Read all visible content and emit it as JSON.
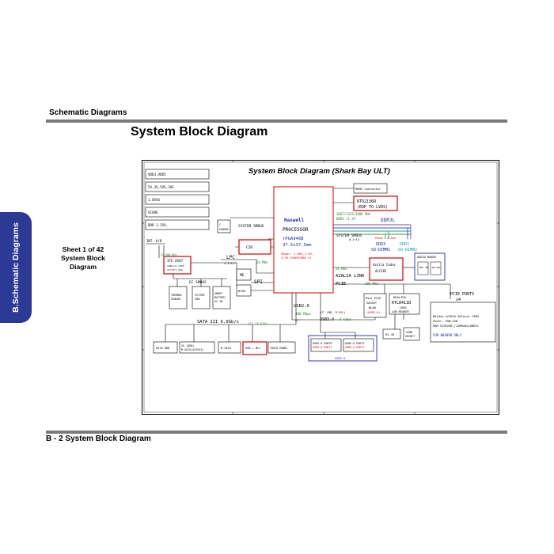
{
  "header": {
    "title": "Schematic  Diagrams"
  },
  "page_title": "System Block Diagram",
  "side_tab": {
    "label": "B.Schematic Diagrams"
  },
  "sheet_info": {
    "line1": "Sheet 1 of 42",
    "line2": "System Block",
    "line3": "Diagram"
  },
  "footer": {
    "text": "B - 2  System Block Diagram"
  },
  "schematic": {
    "title": "System Block Diagram (Shark Bay ULT)",
    "power_rails": [
      "VDD3,VDD5",
      "5V,3V,5VS,3VS",
      "1.05VS",
      "VCORE",
      "DDR 1.35V,"
    ],
    "processor": {
      "name": "Haswell",
      "label": "PROCESSOR",
      "package": "rPGA946B",
      "size": "37.5x37.5mm",
      "power1": "Power: 1.05V,1.5V,",
      "power2": "3.3V,VCORE(MAX 5)"
    },
    "hdmi_connector": "HDMI Connector",
    "rtd": {
      "line1": "RTD2136R",
      "line2": "(EDP TO LVDS)"
    },
    "ddr_speed1": "1067/1333/1600 MHz",
    "ddr_speed2": "DDR3 /1.35",
    "ddr3l": "DDR3L",
    "system_smbus": "SYSTEM SMBUS",
    "power_note": "Power: 1.35V",
    "voltage_note": "0.1~13",
    "dimm1": {
      "line1": "DDR3",
      "line2": "SO-DIMM1"
    },
    "dimm2": {
      "line1": "DDR3",
      "line2": "SO-DIMM2"
    },
    "c_sensor": {
      "line1": "C",
      "line2": "SENSOR"
    },
    "int_kb": "INT. K/B",
    "cir": "CIR",
    "lpc": "LPC",
    "lpc_speed": "3.3~11\"",
    "freq_24": "24 MHz",
    "freq_24b": "24 MHz",
    "freq_32": "32.768 KHz",
    "ec": {
      "line1": "ITE 8587",
      "line2": "128pins LQFP",
      "line3": "14*14*1.6mm"
    },
    "ec_smbus": "EC SMBUS",
    "thermal_sensor": {
      "line1": "THERMAL",
      "line2": "SENSOR"
    },
    "system_fan": {
      "line1": "SYSTEM",
      "line2": "FAN"
    },
    "smart_battery": {
      "line1": "SMART",
      "line2": "BATTERY",
      "line3": "AC-IN"
    },
    "me": "ME",
    "spi": "SPI",
    "bios": "BIOS",
    "azalia_link": "AZALIA LINK",
    "audio_codec": {
      "line1": "Azalia Codec",
      "line2": "ALC282"
    },
    "audio_board": "AUDIO BOARD",
    "mic_in": "MIC IN",
    "hp_out": "HP OUT",
    "pcie": "PCIE",
    "pcie_speed": "100 MHz",
    "pcie_ports": {
      "line1": "PCIE PORT5",
      "line2": "x4"
    },
    "usb2": "USB2.0",
    "usb2_speed": "480 Mbps",
    "usb3": "USB3.0",
    "usb3_speed": "5 Gbps",
    "usb_note1": "x7\" (MD, 9\"(EL)",
    "usb_note2": "x7\"",
    "usb_note3": "x7\"",
    "sata": "SATA III 6.0Gb/s",
    "sata_note": "x7\" (3 VIA)",
    "sata_hdd": "SATA HDD",
    "odd": {
      "line1": "2G (ODD)",
      "line2": "M-SATA(SATAII)"
    },
    "msata": "M-SATA",
    "usb_mlc": "USB + MLC",
    "touch_panel": "TOUCH PANEL",
    "usb3_port0": {
      "line1": "USB2.0 PORT0",
      "line2": "USB3.0 PORT1"
    },
    "usb3_port1": {
      "line1": "USB2.0 PORT1",
      "line2": "USB3.0 PORT2"
    },
    "usb3_label": "USB3.0",
    "mini_pcie": {
      "line1": "Mini PCIE",
      "line2": "SOCKET",
      "line3": "WLAN",
      "line4": "(USB2.0)"
    },
    "card_reader": {
      "line1": "REALTEK",
      "line2": "RTL8411B",
      "line3": "CARD",
      "line4": "LAN READER"
    },
    "rj45": "RJ-45",
    "sd_socket": {
      "line1": "SIMD",
      "line2": "SOCKET"
    },
    "gpu": {
      "line1": "NVidia nVIDIA GeForce 745M",
      "line2": "Power: 45W~15W",
      "line3": "RAM SIZE2GB (128Mx64)DDR3L"
    },
    "gpu_note": "FOR W840SN ONLY"
  }
}
